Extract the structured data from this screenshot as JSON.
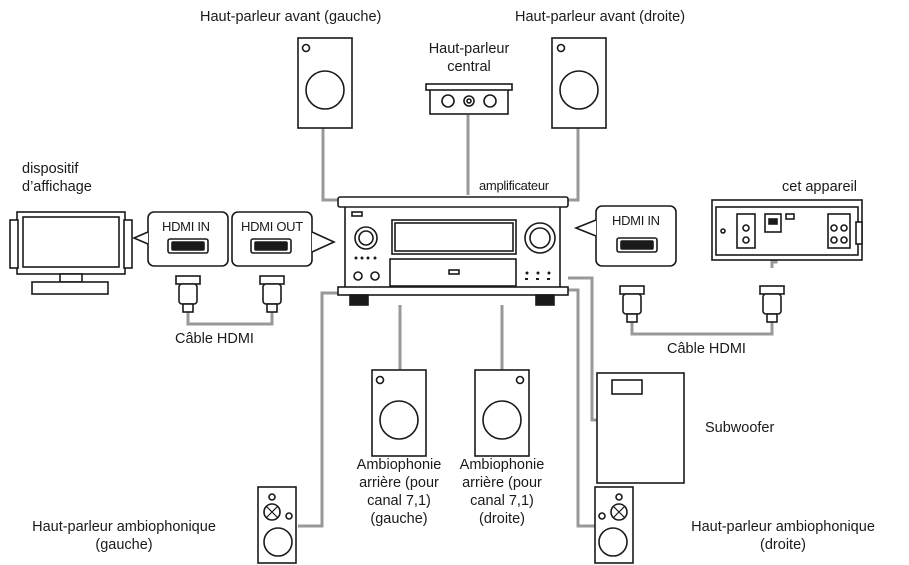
{
  "colors": {
    "line": "#1a1a1a",
    "wire": "#999999",
    "fill": "#ffffff"
  },
  "labels": {
    "front_left": "Haut-parleur avant (gauche)",
    "front_right": "Haut-parleur avant (droite)",
    "center_line1": "Haut-parleur",
    "center_line2": "central",
    "amplifier": "amplificateur",
    "display_line1": "dispositif",
    "display_line2": "d’affichage",
    "this_unit": "cet appareil",
    "hdmi_in": "HDMI IN",
    "hdmi_out": "HDMI OUT",
    "hdmi_in_right": "HDMI IN",
    "hdmi_cable_left": "Câble HDMI",
    "hdmi_cable_right": "Câble HDMI",
    "subwoofer": "Subwoofer",
    "rear_left": [
      "Ambiophonie",
      "arrière (pour",
      "canal 7,1)",
      "(gauche)"
    ],
    "rear_right": [
      "Ambiophonie",
      "arrière (pour",
      "canal 7,1)",
      "(droite)"
    ],
    "surround_left_line1": "Haut-parleur ambiophonique",
    "surround_left_line2": "(gauche)",
    "surround_right_line1": "Haut-parleur ambiophonique",
    "surround_right_line2": "(droite)"
  }
}
